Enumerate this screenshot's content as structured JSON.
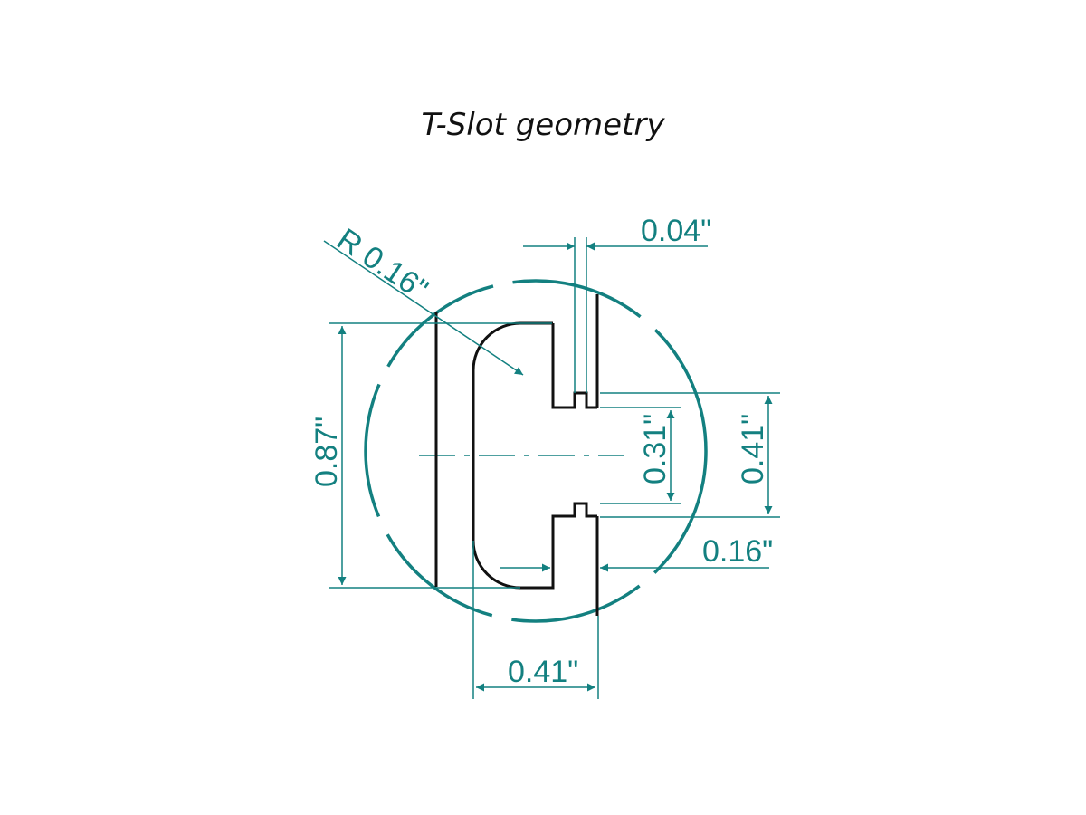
{
  "title": "T-Slot geometry",
  "colors": {
    "dimension": "#138080",
    "outline": "#111111",
    "background": "#ffffff"
  },
  "dimensions": {
    "radius": "R 0.16\"",
    "slot_gap": "0.04\"",
    "overall_height": "0.87\"",
    "inner_opening": "0.31\"",
    "slot_height": "0.41\"",
    "lip_depth": "0.16\"",
    "head_width": "0.41\""
  }
}
